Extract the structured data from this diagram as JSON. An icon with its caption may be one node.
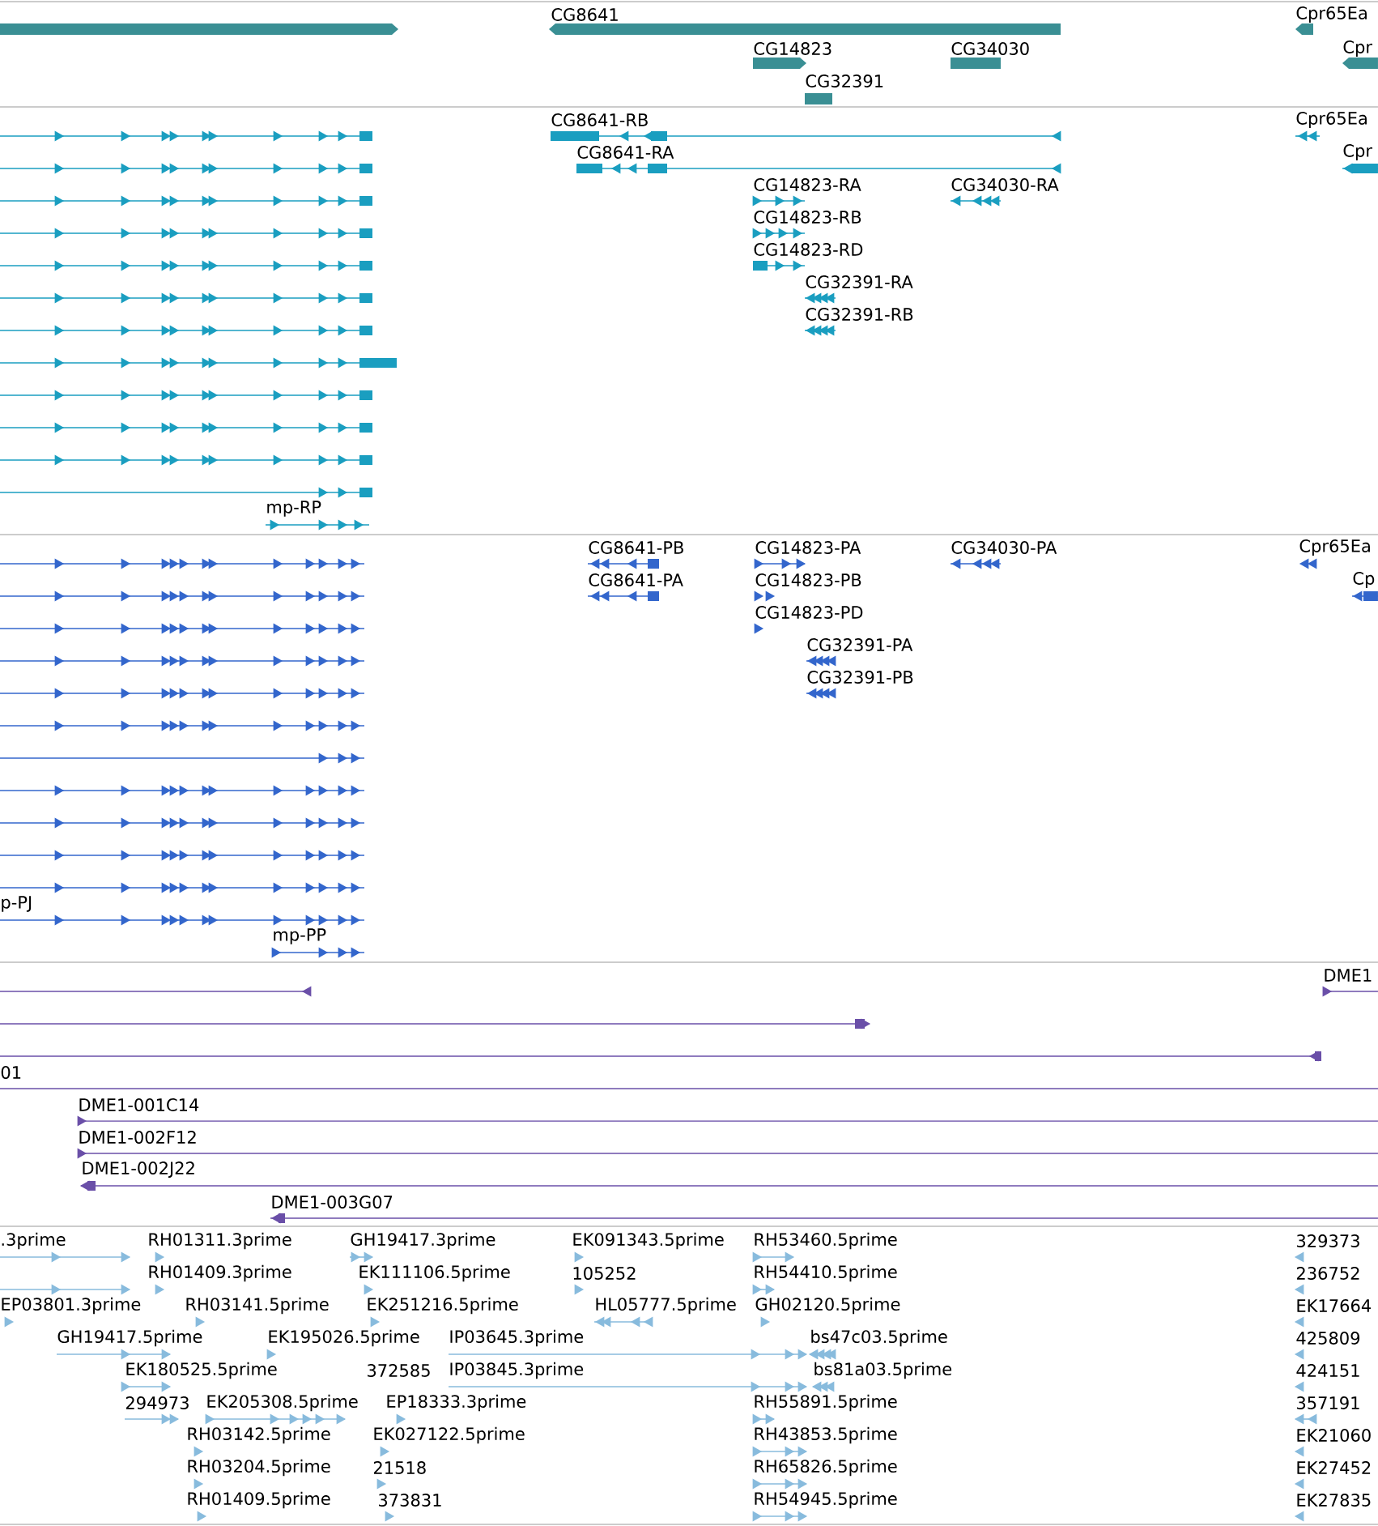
{
  "diagram": {
    "labels": [
      "CG8641",
      "Cpr65Ea",
      "CG14823",
      "CG34030",
      "Cpr",
      "CG32391",
      "CG8641-RB",
      "Cpr65Ea",
      "CG8641-RA",
      "Cpr",
      "CG14823-RA",
      "CG34030-RA",
      "CG14823-RB",
      "CG14823-RD",
      "CG32391-RA",
      "CG32391-RB",
      "mp-RP",
      "CG8641-PB",
      "CG14823-PA",
      "CG34030-PA",
      "Cpr65Ea",
      "CG8641-PA",
      "CG14823-PB",
      "Cp",
      "CG14823-PD",
      "CG32391-PA",
      "CG32391-PB",
      "p-PJ",
      "mp-PP",
      "DME1",
      "01",
      "DME1-001C14",
      "DME1-002F12",
      "DME1-002J22",
      "DME1-003G07",
      ".3prime",
      "RH01311.3prime",
      "GH19417.3prime",
      "EK091343.5prime",
      "RH53460.5prime",
      "329373",
      "RH01409.3prime",
      "EK111106.5prime",
      "105252",
      "RH54410.5prime",
      "236752",
      "EP03801.3prime",
      "RH03141.5prime",
      "EK251216.5prime",
      "HL05777.5prime",
      "GH02120.5prime",
      "EK17664",
      "GH19417.5prime",
      "EK195026.5prime",
      "IP03645.3prime",
      "bs47c03.5prime",
      "425809",
      "EK180525.5prime",
      "372585",
      "IP03845.3prime",
      "bs81a03.5prime",
      "424151",
      "294973",
      "EK205308.5prime",
      "EP18333.3prime",
      "RH55891.5prime",
      "357191",
      "RH03142.5prime",
      "EK027122.5prime",
      "RH43853.5prime",
      "EK21060",
      "RH03204.5prime",
      "21518",
      "RH65826.5prime",
      "EK27452",
      "RH01409.5prime",
      "373831",
      "RH54945.5prime",
      "EK27835"
    ]
  }
}
